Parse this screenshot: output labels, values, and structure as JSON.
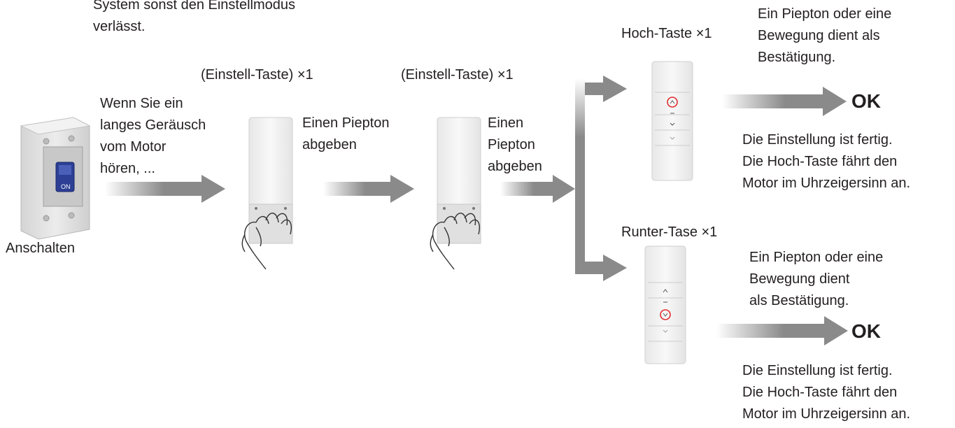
{
  "intro_text": "System sonst den Einstellmodus\nverlässt.",
  "breaker": {
    "on_label": "ON",
    "caption": "Anschalten"
  },
  "step1": {
    "button_label": "(Einstell-Taste) ×1",
    "note": "Wenn Sie ein\nlanges Geräusch\nvom Motor\nhören, ...",
    "result": "Einen Piepton\nabgeben"
  },
  "step2": {
    "button_label": "(Einstell-Taste) ×1",
    "result": "Einen\nPiepton\nabgeben"
  },
  "branch_up": {
    "button_label": "Hoch-Taste ×1",
    "confirmation": "Ein Piepton oder eine\nBewegung dient als\nBestätigung.",
    "ok": "OK",
    "done": "Die Einstellung ist fertig.\nDie Hoch-Taste fährt den\nMotor im Uhrzeigersinn an."
  },
  "branch_down": {
    "button_label": "Runter-Tase ×1",
    "confirmation": "Ein Piepton oder eine\nBewegung dient\nals Bestätigung.",
    "ok": "OK",
    "done": "Die Einstellung ist fertig.\nDie Hoch-Taste fährt den\nMotor im Uhrzeigersinn an."
  },
  "colors": {
    "arrow_gray": "#8a8a8a",
    "highlight_red": "#e03030",
    "breaker_blue": "#2c3f94"
  }
}
